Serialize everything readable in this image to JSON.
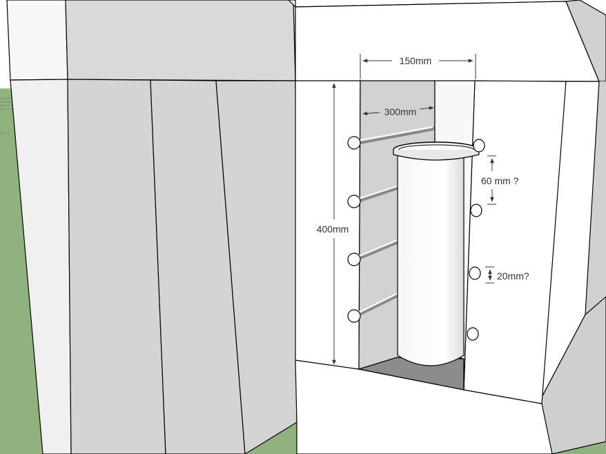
{
  "colors": {
    "sky": "#ffffff",
    "ground": "#8fb27e",
    "face_light": "#f2f2f2",
    "face_white": "#ffffff",
    "face_gray": "#d6d6d6",
    "face_mid": "#e3e3e3",
    "cavity_back": "#cfcfcf",
    "cavity_floor": "#8a8a8a",
    "edge": "#000000",
    "dimension": "#333333"
  },
  "dimensions": {
    "width_label": "150mm",
    "rod_length_label": "300mm",
    "height_label": "400mm",
    "spacing_label": "60 mm ?",
    "diameter_label": "20mm?"
  }
}
